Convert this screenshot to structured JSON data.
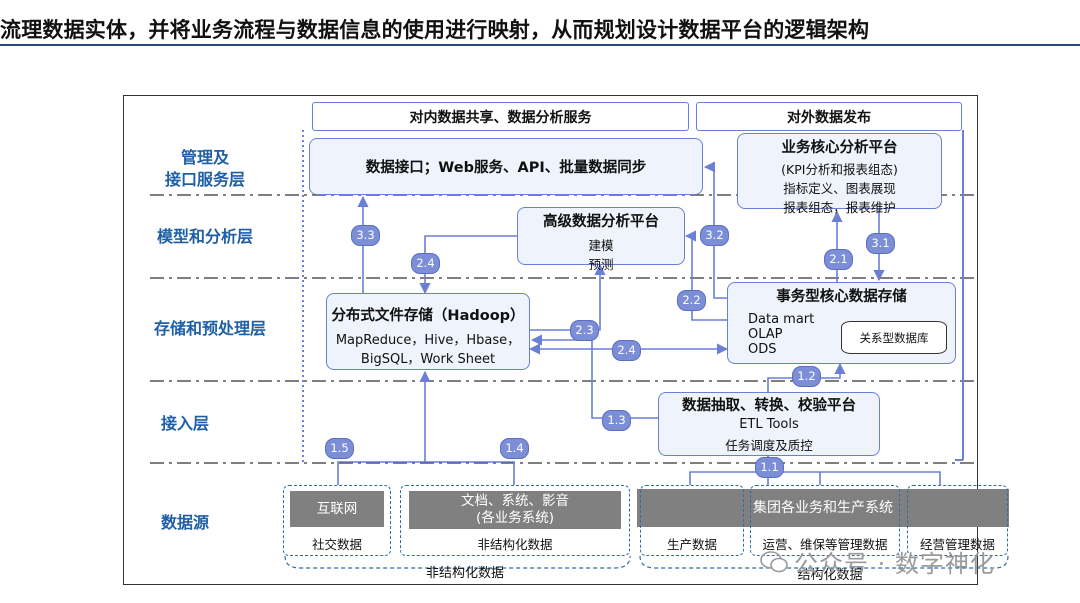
{
  "title": "流理数据实体，并将业务流程与数据信息的使用进行映射，从而规划设计数据平台的逻辑架构",
  "layers": {
    "mgmt_line1": "管理及",
    "mgmt_line2": "接口服务层",
    "model": "模型和分析层",
    "storage": "存储和预处理层",
    "access": "接入层",
    "source": "数据源"
  },
  "top": {
    "internal": "对内数据共享、数据分析服务",
    "external": "对外数据发布"
  },
  "interface": "数据接口；Web服务、API、批量数据同步",
  "biz_platform": {
    "title": "业务核心分析平台",
    "line1": "(KPI分析和报表组态)",
    "line2": "指标定义、图表展现",
    "line3": "报表组态，报表维护"
  },
  "adv_platform": {
    "title": "高级数据分析平台",
    "line1": "建模",
    "line2": "预测"
  },
  "hadoop": {
    "title": "分布式文件存储（Hadoop）",
    "line1": "MapReduce，Hive，Hbase，",
    "line2": "BigSQL，Work Sheet"
  },
  "txn_store": {
    "title": "事务型核心数据存储",
    "line1": "Data mart",
    "line2": "OLAP",
    "line3": "ODS",
    "db": "关系型数据库"
  },
  "etl": {
    "title": "数据抽取、转换、校验平台",
    "line1": "ETL Tools",
    "line2": "任务调度及质控"
  },
  "badges": {
    "b33": "3.3",
    "b32": "3.2",
    "b31": "3.1",
    "b24a": "2.4",
    "b24b": "2.4",
    "b23": "2.3",
    "b22": "2.2",
    "b21": "2.1",
    "b12": "1.2",
    "b13": "1.3",
    "b14": "1.4",
    "b15": "1.5",
    "b11": "1.1"
  },
  "sources": {
    "internet": "互联网",
    "social": "社交数据",
    "docs_line1": "文档、系统、影音",
    "docs_line2": "(各业务系统)",
    "unstructured": "非结构化数据",
    "group": "集团各业务和生产系统",
    "production": "生产数据",
    "ops": "运营、维保等管理数据",
    "mgmt": "经营管理数据",
    "unstructured_bottom": "非结构化数据",
    "structured_bottom": "结构化数据"
  },
  "watermark": "公众号 · 数字神化"
}
